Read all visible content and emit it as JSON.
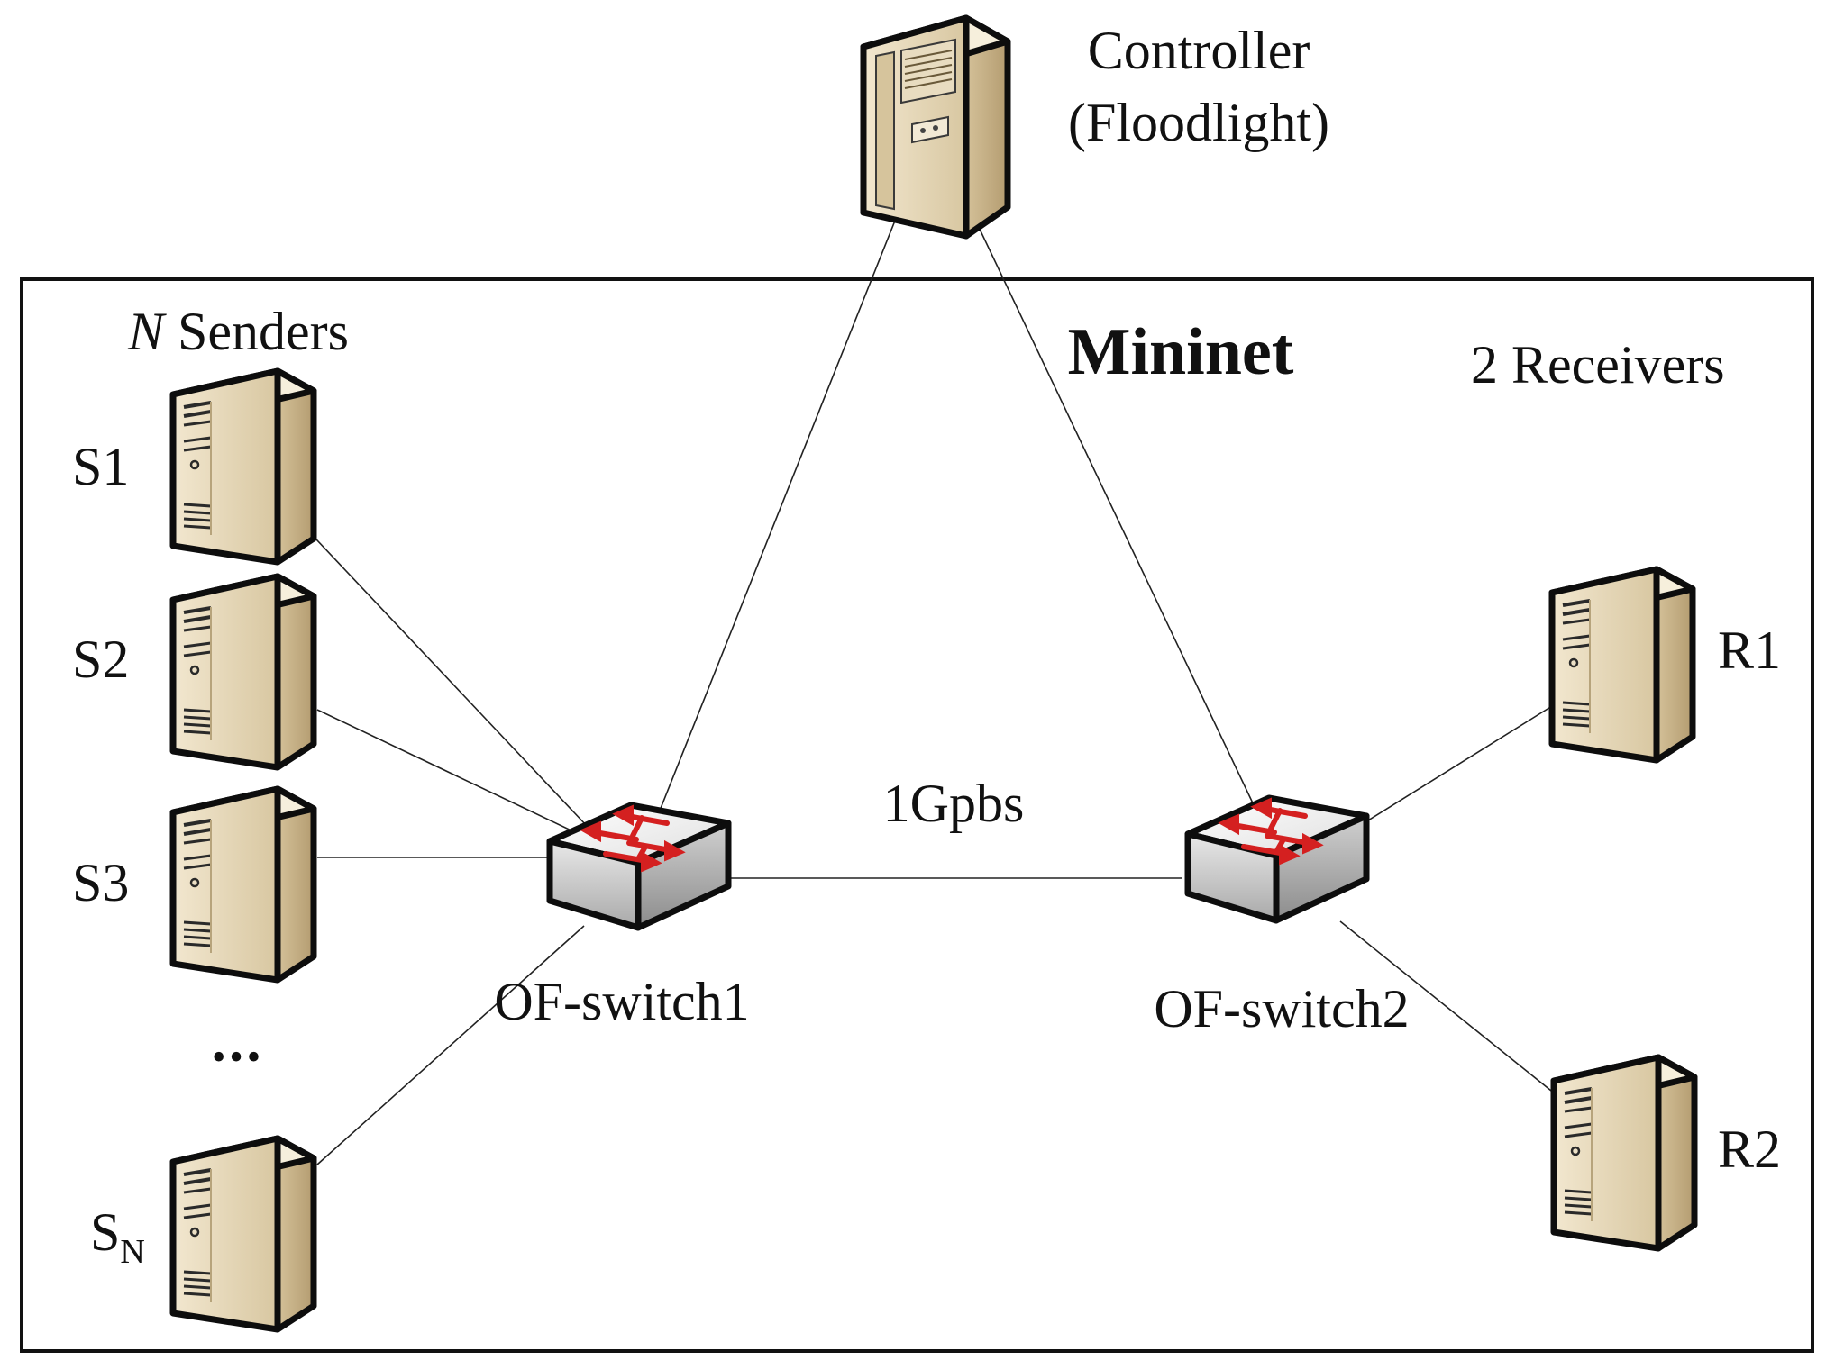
{
  "controller": {
    "label_line1": "Controller",
    "label_line2": "(Floodlight)",
    "icon": "server-cabinet-icon"
  },
  "mininet": {
    "title": "Mininet"
  },
  "senders": {
    "heading_n": "N",
    "heading_text": " Senders",
    "items": [
      {
        "label": "S1",
        "sub": ""
      },
      {
        "label": "S2",
        "sub": ""
      },
      {
        "label": "S3",
        "sub": ""
      },
      {
        "label": "S",
        "sub": "N"
      }
    ],
    "ellipsis": "•••",
    "icon": "server-tower-icon"
  },
  "receivers": {
    "heading": "2 Receivers",
    "items": [
      {
        "label": "R1"
      },
      {
        "label": "R2"
      }
    ],
    "icon": "server-tower-icon"
  },
  "switches": [
    {
      "label": "OF-switch1",
      "icon": "openflow-switch-icon"
    },
    {
      "label": "OF-switch2",
      "icon": "openflow-switch-icon"
    }
  ],
  "link": {
    "label": "1Gpbs"
  },
  "colors": {
    "server_body": "#e5d7b8",
    "server_shade": "#c2ae86",
    "server_top": "#f6efdc",
    "switch_body": "#d9d9d9",
    "switch_top": "#f4f4f4",
    "arrow": "#d42020",
    "outline": "#0d0d0d"
  }
}
